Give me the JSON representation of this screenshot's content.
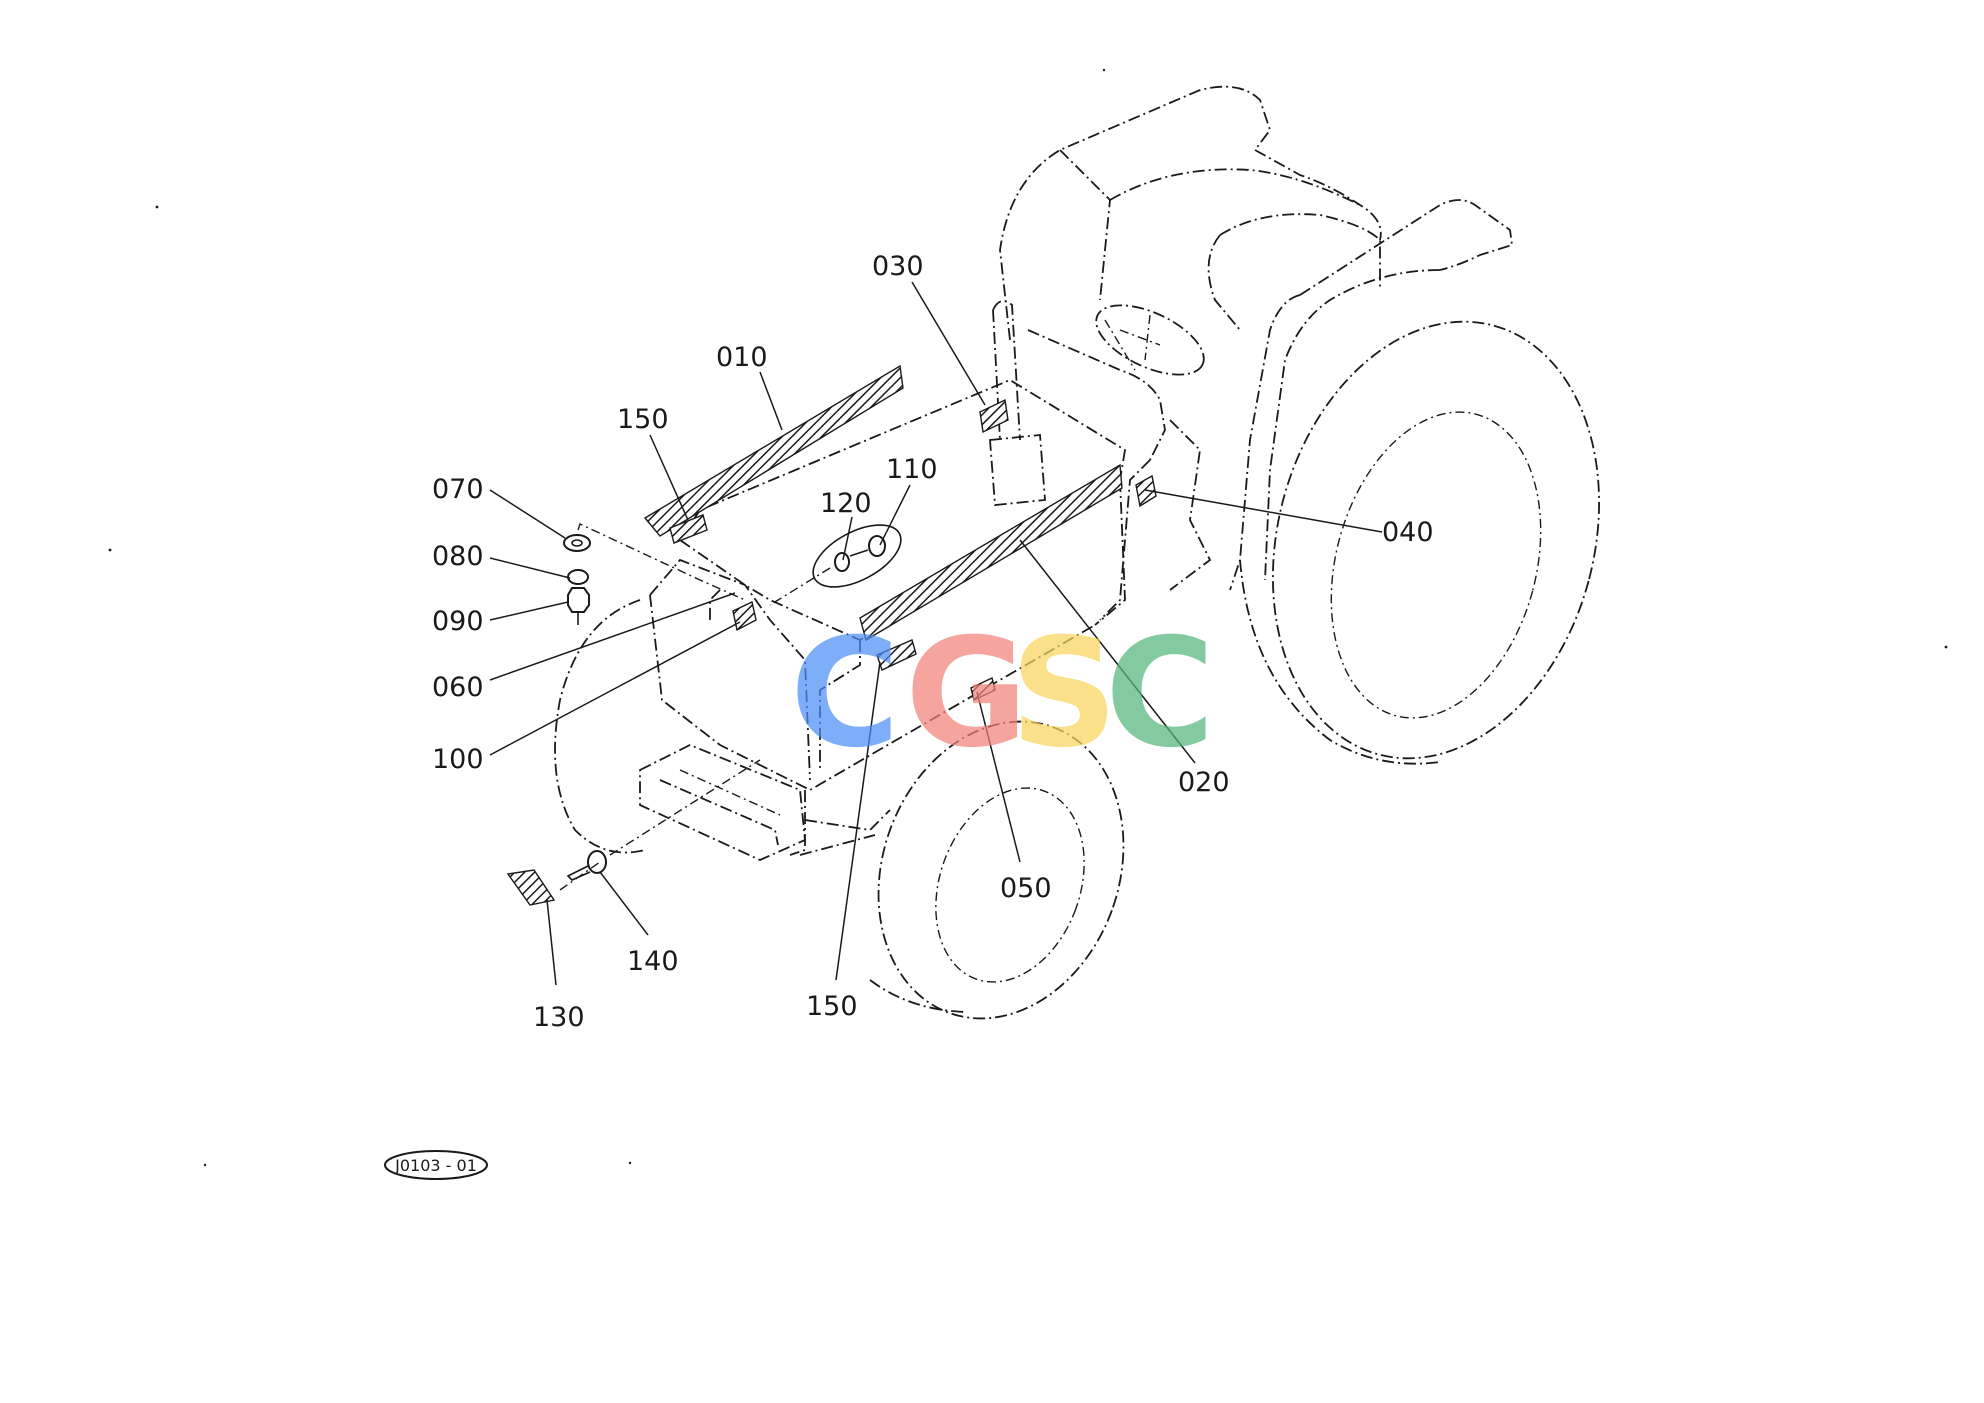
{
  "diagram": {
    "reference_code": "J0103 - 01",
    "callouts": {
      "c010": "010",
      "c020": "020",
      "c030": "030",
      "c040": "040",
      "c050": "050",
      "c060": "060",
      "c070": "070",
      "c080": "080",
      "c090": "090",
      "c100": "100",
      "c110": "110",
      "c120": "120",
      "c130": "130",
      "c140": "140",
      "c150a": "150",
      "c150b": "150"
    }
  },
  "watermark": {
    "letters": [
      "C",
      "G",
      "S",
      "C"
    ],
    "colors": [
      "#4f8ff7",
      "#f2837a",
      "#f9d65c",
      "#55b77e"
    ]
  }
}
